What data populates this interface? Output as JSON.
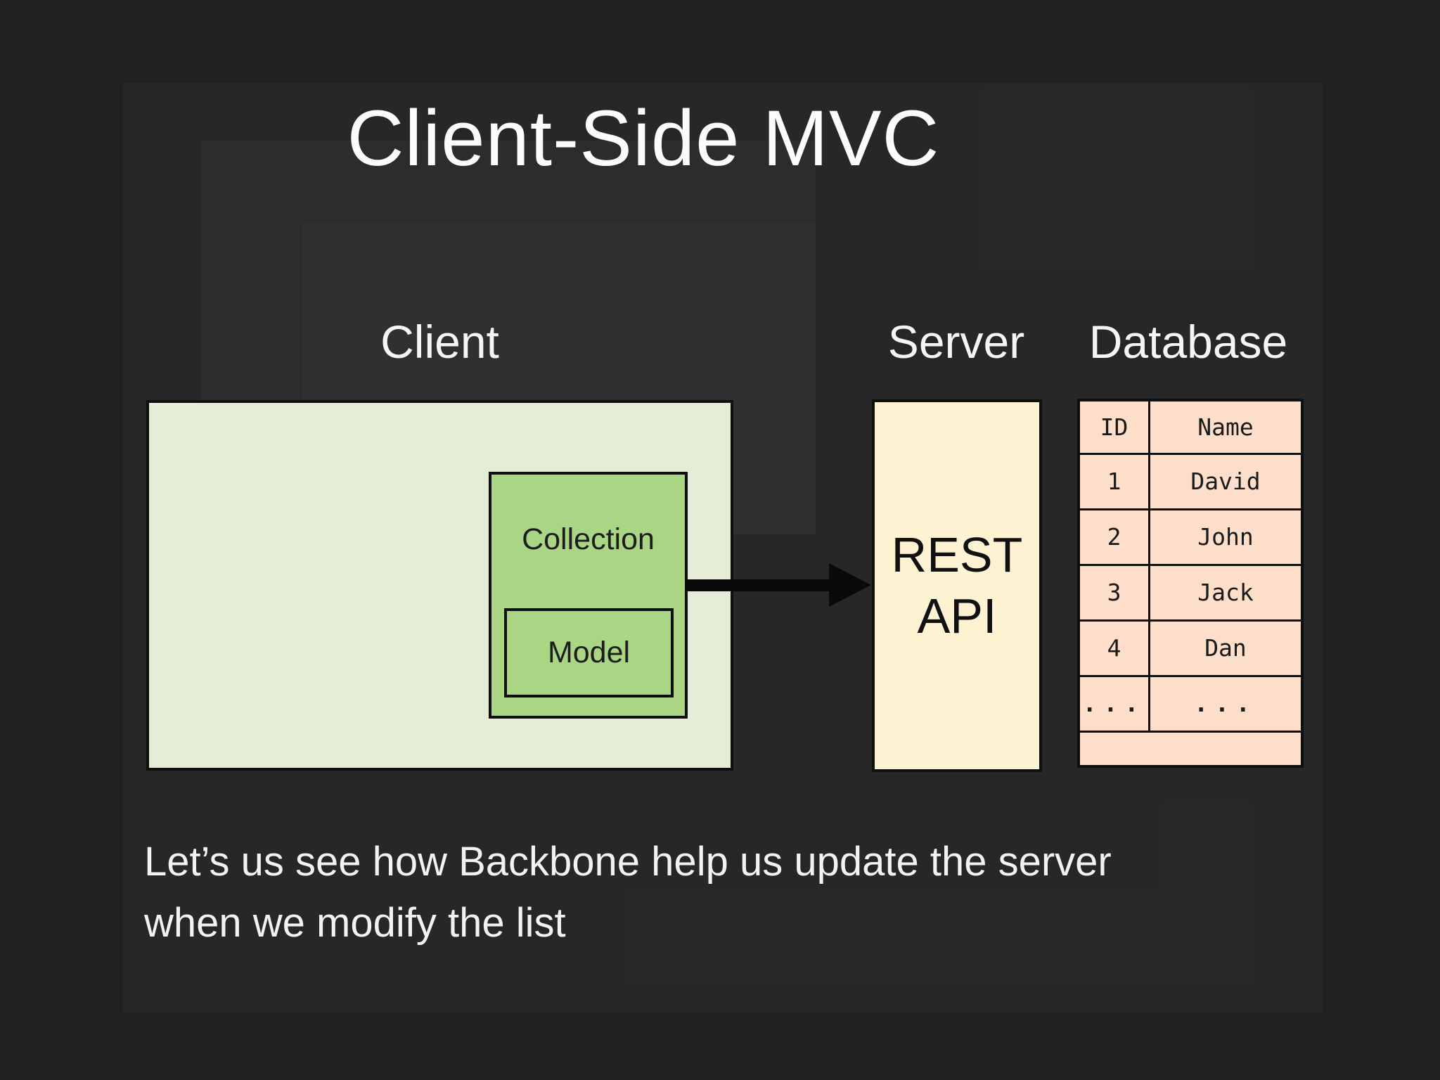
{
  "title": "Client-Side MVC",
  "client": {
    "label": "Client",
    "collection_label": "Collection",
    "model_label": "Model"
  },
  "server": {
    "label": "Server",
    "rest_line1": "REST",
    "rest_line2": "API"
  },
  "database": {
    "label": "Database",
    "table": {
      "headers": [
        "ID",
        "Name"
      ],
      "rows": [
        [
          "1",
          "David"
        ],
        [
          "2",
          "John"
        ],
        [
          "3",
          "Jack"
        ],
        [
          "4",
          "Dan"
        ],
        [
          "...",
          "..."
        ]
      ]
    }
  },
  "caption": {
    "line1": "Let’s us see how Backbone help us update the server",
    "line2": "when we modify the list"
  },
  "colors": {
    "background": "#212121",
    "client_box_fill": "#e5edd9",
    "collection_box_fill": "#a9d584",
    "server_box_fill": "#fdf2d1",
    "table_cell_fill": "#fcdeca",
    "border_black": "#0f0f0f",
    "light_text": "#f5f5f5",
    "dark_text": "#1a1a1a"
  }
}
